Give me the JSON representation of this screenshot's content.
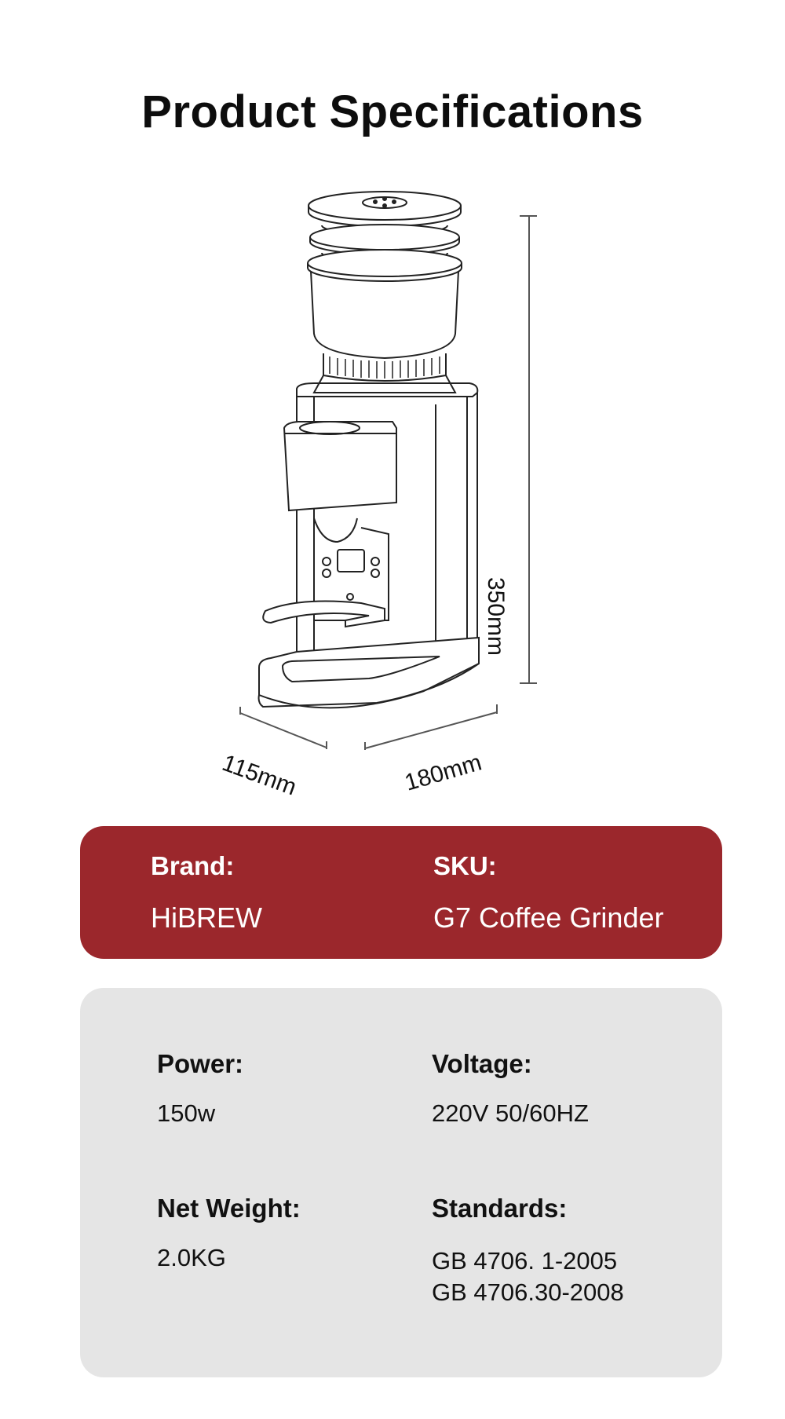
{
  "page": {
    "title": "Product Specifications"
  },
  "diagram": {
    "subject": "coffee grinder line drawing",
    "dimensions": {
      "height": "350mm",
      "depth": "115mm",
      "width": "180mm"
    }
  },
  "brand_card": {
    "background": "#9b272c",
    "fields": [
      {
        "label": "Brand:",
        "value": "HiBREW"
      },
      {
        "label": "SKU:",
        "value": "G7 Coffee Grinder"
      }
    ]
  },
  "specs_card": {
    "background": "#e5e5e5",
    "fields": [
      {
        "label": "Power:",
        "value": "150w"
      },
      {
        "label": "Voltage:",
        "value": "220V 50/60HZ"
      },
      {
        "label": "Net Weight:",
        "value": "2.0KG"
      },
      {
        "label": "Standards:",
        "value_lines": [
          "GB 4706. 1-2005",
          "GB 4706.30-2008"
        ]
      }
    ]
  }
}
